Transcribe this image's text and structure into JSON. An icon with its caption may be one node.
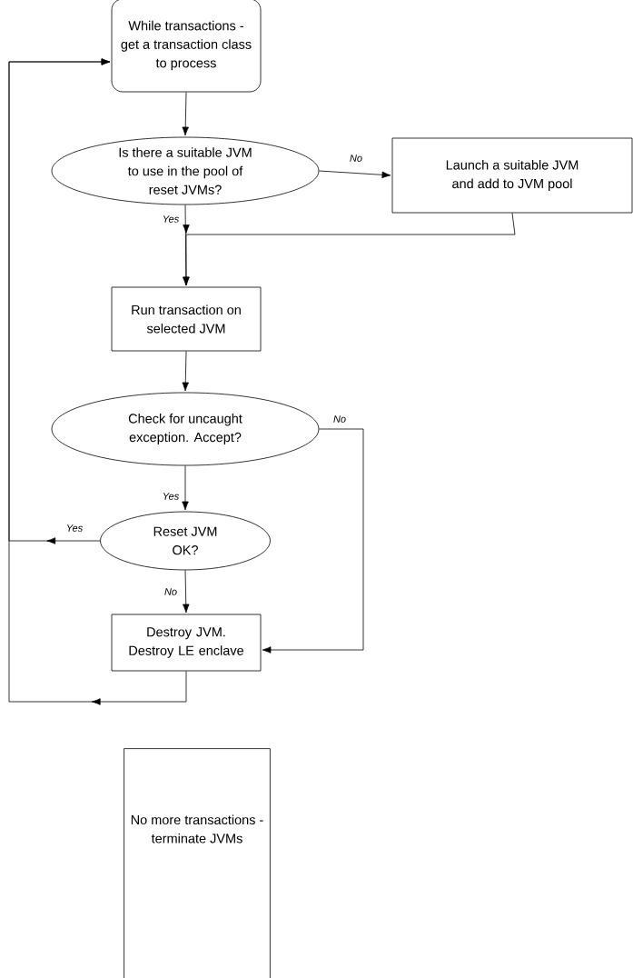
{
  "diagram": {
    "nodes": [
      {
        "text": [
          "While transactions - get a transaction class to process"
        ]
      },
      {
        "text": [
          "Is there a suitable JVM to use in the pool of reset JVMs?"
        ]
      },
      {
        "text": [
          "Launch a suitable JVM and add to JVM pool"
        ]
      },
      {
        "text": [
          "Run transaction on selected JVM"
        ]
      },
      {
        "text": [
          "Check for uncaught exception. Accept?"
        ]
      },
      {
        "text": [
          "Reset JVM OK?"
        ]
      },
      {
        "text": [
          "Destroy JVM. Destroy LE enclave"
        ]
      },
      {
        "text": [
          "No more transactions - terminate JVMs"
        ]
      }
    ],
    "edges": [
      {
        "from": 0,
        "to": 1,
        "arrow": "to"
      },
      {
        "from": 1,
        "to": 2,
        "arrow": "to",
        "label": "No"
      },
      {
        "from": 2,
        "to": 3,
        "arrow": "to"
      },
      {
        "from": 1,
        "to": 3,
        "arrow": "to",
        "label": "Yes"
      },
      {
        "from": 3,
        "to": 4,
        "arrow": "to"
      },
      {
        "from": 4,
        "to": 6,
        "arrow": "to",
        "label": "No"
      },
      {
        "from": 4,
        "to": 5,
        "arrow": "to",
        "label": "Yes"
      },
      {
        "from": 5,
        "to": 6,
        "arrow": "to",
        "label": "No"
      },
      {
        "from": 5,
        "to": 0,
        "arrow": "to",
        "label": "Yes"
      },
      {
        "from": 6,
        "to": 0,
        "arrow": "to"
      }
    ]
  }
}
